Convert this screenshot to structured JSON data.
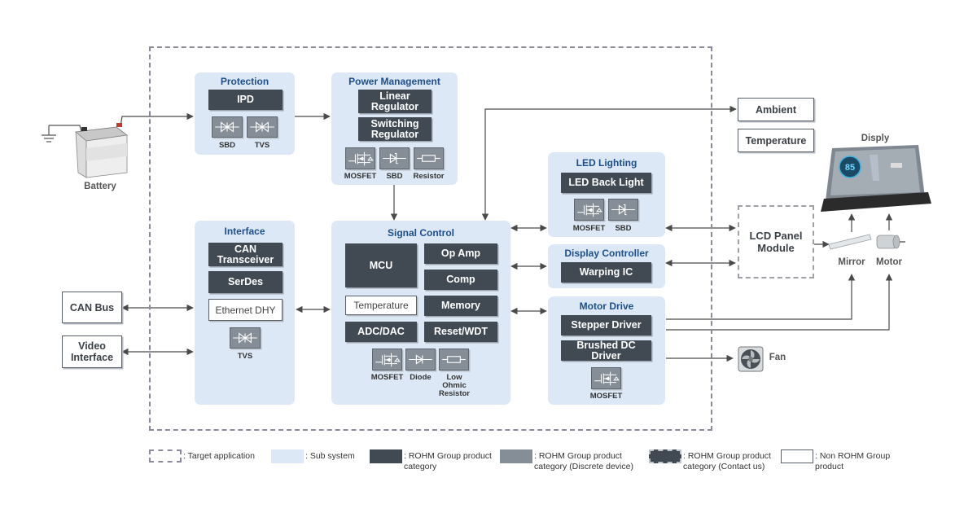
{
  "subsystems": {
    "protection": "Protection",
    "power_management": "Power Management",
    "interface": "Interface",
    "signal_control": "Signal Control",
    "led_lighting": "LED Lighting",
    "display_controller": "Display Controller",
    "motor_drive": "Motor Drive"
  },
  "products": {
    "ipd": "IPD",
    "linear_regulator": "Linear Regulator",
    "switching_regulator": "Switching Regulator",
    "can_transceiver": "CAN Transceiver",
    "serdes": "SerDes",
    "ethernet": "Ethernet DHY",
    "mcu": "MCU",
    "op_amp": "Op Amp",
    "comp": "Comp",
    "temperature": "Temperature",
    "memory": "Memory",
    "adc_dac": "ADC/DAC",
    "reset_wdt": "Reset/WDT",
    "led_back_light": "LED Back Light",
    "warping_ic": "Warping IC",
    "stepper_driver": "Stepper Driver",
    "brushed_dc_driver": "Brushed DC Driver"
  },
  "discrete": {
    "sbd": "SBD",
    "tvs": "TVS",
    "mosfet": "MOSFET",
    "resistor": "Resistor",
    "diode": "Diode",
    "low_ohmic_resistor": "Low Ohmic Resistor"
  },
  "external": {
    "battery": "Battery",
    "can_bus": "CAN Bus",
    "video_interface": "Video Interface",
    "ambient": "Ambient",
    "temperature": "Temperature",
    "display": "Disply",
    "lcd_panel_module": "LCD Panel Module",
    "mirror": "Mirror",
    "motor": "Motor",
    "fan": "Fan",
    "display_readout": "85"
  },
  "legend": {
    "target": ": Target application",
    "sub_system": ": Sub system",
    "rohm_product": ": ROHM Group product category",
    "rohm_discrete": ": ROHM Group product category (Discrete device)",
    "rohm_contact": ": ROHM Group product category (Contact us)",
    "non_rohm": ": Non ROHM Group product"
  },
  "colors": {
    "subsystem_bg": "#dce8f6",
    "product_dark": "#414a53",
    "discrete_gray": "#858d96",
    "title_blue": "#1d4e89",
    "line": "#4a4a4a"
  }
}
